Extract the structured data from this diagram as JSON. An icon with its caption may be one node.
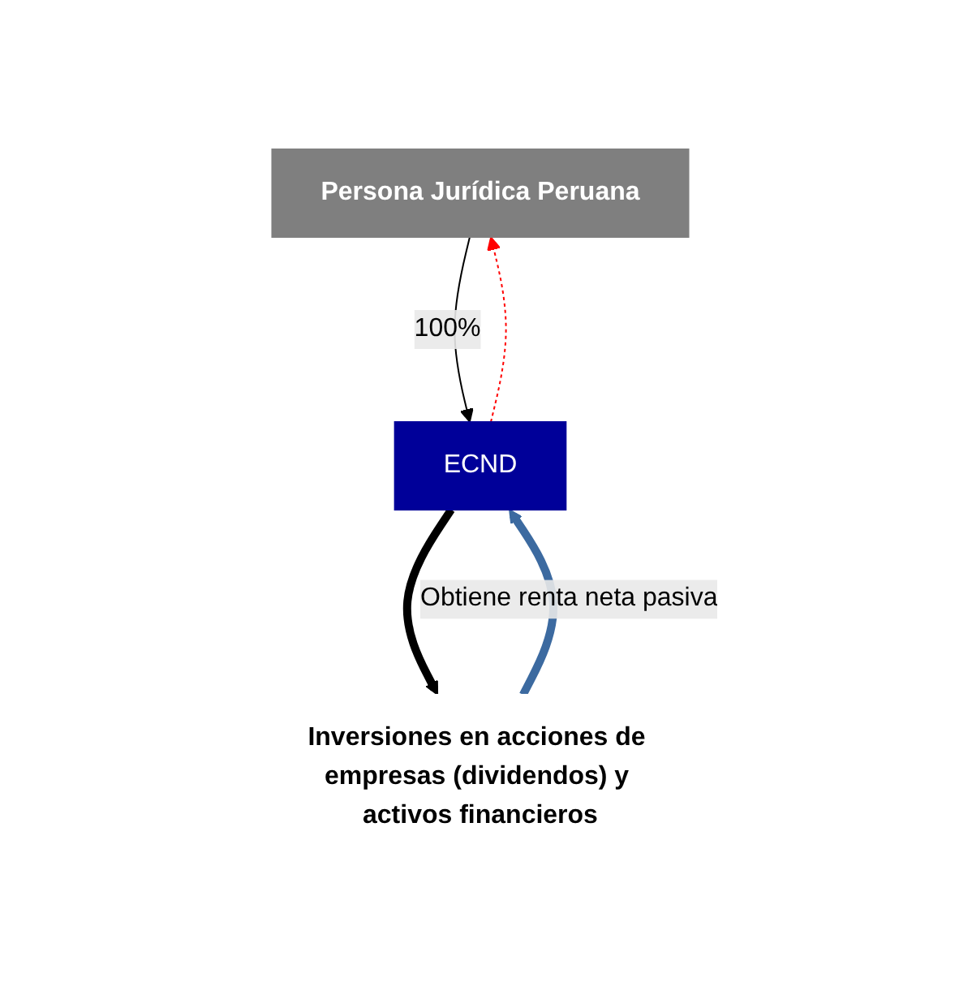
{
  "diagram": {
    "nodes": [
      {
        "text": [
          "Persona Jurídica Peruana"
        ]
      },
      {
        "text": [
          "ECND"
        ]
      },
      {
        "text": [
          "Inversiones en acciones de empresas (dividendos) y activos financieros"
        ]
      }
    ],
    "edges": [
      {
        "from": 0,
        "to": 1,
        "arrow": "to",
        "label": "100%"
      },
      {
        "from": 1,
        "to": 0,
        "arrow": "to",
        "style": "dashed",
        "color": "#ff0000"
      },
      {
        "from": 1,
        "to": 2,
        "arrow": "to",
        "style": "thick"
      },
      {
        "from": 2,
        "to": 1,
        "arrow": "to",
        "style": "thick",
        "color": "#3c6aa0",
        "label": "Obtiene renta neta pasiva"
      }
    ]
  }
}
